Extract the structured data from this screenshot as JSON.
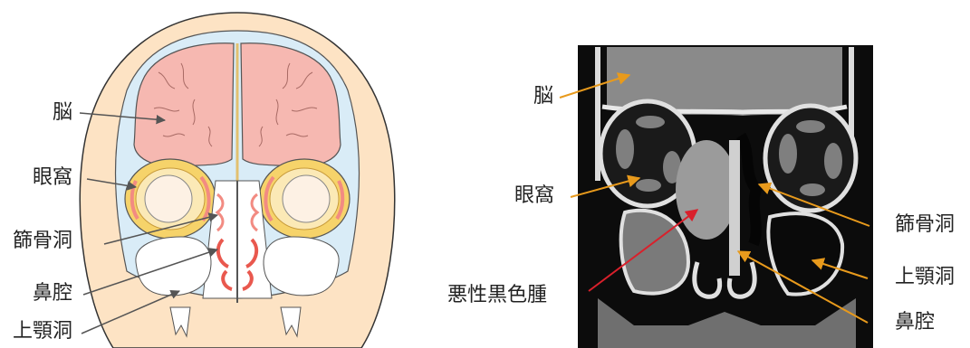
{
  "left_panel": {
    "labels": {
      "brain": "脳",
      "orbit": "眼窩",
      "ethmoid_sinus": "篩骨洞",
      "nasal_cavity": "鼻腔",
      "maxillary_sinus": "上顎洞"
    }
  },
  "right_panel": {
    "labels": {
      "brain": "脳",
      "orbit": "眼窩",
      "melanoma": "悪性黒色腫",
      "ethmoid_sinus": "篩骨洞",
      "maxillary_sinus": "上顎洞",
      "nasal_cavity": "鼻腔"
    }
  },
  "colors": {
    "skin": "#fde3c4",
    "csf": "#d9ecf7",
    "brain": "#f6b8b1",
    "orbit_fat": "#f6d36a",
    "mucosa": "#f28b82",
    "orange_arrow": "#e89a1c",
    "red_arrow": "#d9202b"
  }
}
